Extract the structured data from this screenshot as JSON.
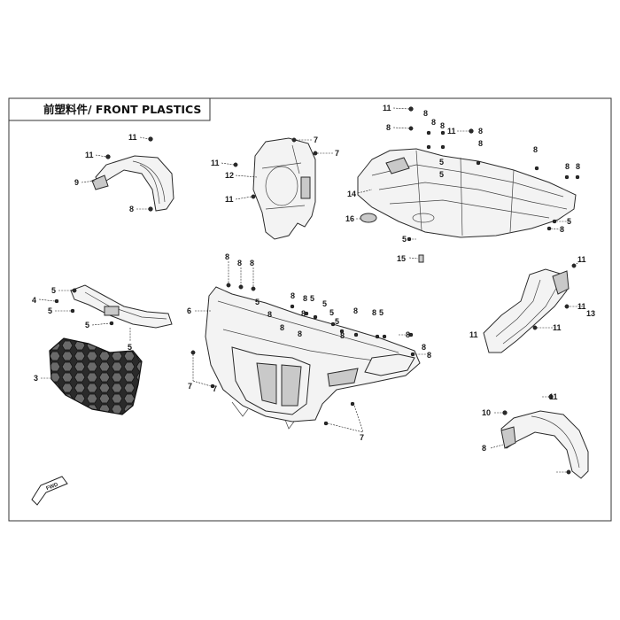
{
  "title": "前塑料件/ FRONT PLASTICS",
  "fwd_label": "FWD",
  "callouts": [
    {
      "id": "c1",
      "text": "11"
    },
    {
      "id": "c2",
      "text": "11"
    },
    {
      "id": "c3",
      "text": "9"
    },
    {
      "id": "c4",
      "text": "8"
    },
    {
      "id": "c5",
      "text": "11"
    },
    {
      "id": "c6",
      "text": "12"
    },
    {
      "id": "c7",
      "text": "11"
    },
    {
      "id": "c8",
      "text": "7"
    },
    {
      "id": "c9",
      "text": "7"
    },
    {
      "id": "c10",
      "text": "11"
    },
    {
      "id": "c11",
      "text": "8"
    },
    {
      "id": "c12",
      "text": "8"
    },
    {
      "id": "c13",
      "text": "8"
    },
    {
      "id": "c14",
      "text": "11"
    },
    {
      "id": "c15",
      "text": "8"
    },
    {
      "id": "c16",
      "text": "8"
    },
    {
      "id": "c17",
      "text": "8"
    },
    {
      "id": "c18",
      "text": "8"
    },
    {
      "id": "c19",
      "text": "8"
    },
    {
      "id": "c20",
      "text": "8"
    },
    {
      "id": "c21",
      "text": "14"
    },
    {
      "id": "c22",
      "text": "5"
    },
    {
      "id": "c23",
      "text": "5"
    },
    {
      "id": "c24",
      "text": "16"
    },
    {
      "id": "c25",
      "text": "5"
    },
    {
      "id": "c26",
      "text": "15"
    },
    {
      "id": "c27",
      "text": "5"
    },
    {
      "id": "c28",
      "text": "8"
    },
    {
      "id": "c29",
      "text": "8"
    },
    {
      "id": "c30",
      "text": "8"
    },
    {
      "id": "c31",
      "text": "8"
    },
    {
      "id": "c32",
      "text": "5"
    },
    {
      "id": "c33",
      "text": "4"
    },
    {
      "id": "c34",
      "text": "5"
    },
    {
      "id": "c35",
      "text": "5"
    },
    {
      "id": "c36",
      "text": "5"
    },
    {
      "id": "c37",
      "text": "5"
    },
    {
      "id": "c38",
      "text": "8"
    },
    {
      "id": "c39",
      "text": "8"
    },
    {
      "id": "c40",
      "text": "8"
    },
    {
      "id": "c41",
      "text": "6"
    },
    {
      "id": "c42",
      "text": "8"
    },
    {
      "id": "c43",
      "text": "5"
    },
    {
      "id": "c44",
      "text": "8"
    },
    {
      "id": "c45",
      "text": "8"
    },
    {
      "id": "c46",
      "text": "5"
    },
    {
      "id": "c47",
      "text": "5"
    },
    {
      "id": "c48",
      "text": "5"
    },
    {
      "id": "c49",
      "text": "8"
    },
    {
      "id": "c50",
      "text": "8"
    },
    {
      "id": "c51",
      "text": "5"
    },
    {
      "id": "c52",
      "text": "8"
    },
    {
      "id": "c53",
      "text": "8"
    },
    {
      "id": "c54",
      "text": "8"
    },
    {
      "id": "c55",
      "text": "8"
    },
    {
      "id": "c56",
      "text": "3"
    },
    {
      "id": "c57",
      "text": "7"
    },
    {
      "id": "c58",
      "text": "7"
    },
    {
      "id": "c59",
      "text": "7"
    },
    {
      "id": "c60",
      "text": "11"
    },
    {
      "id": "c61",
      "text": "11"
    },
    {
      "id": "c62",
      "text": "13"
    },
    {
      "id": "c63",
      "text": "11"
    },
    {
      "id": "c64",
      "text": "11"
    },
    {
      "id": "c65",
      "text": "11"
    },
    {
      "id": "c66",
      "text": "10"
    },
    {
      "id": "c67",
      "text": "8"
    }
  ]
}
